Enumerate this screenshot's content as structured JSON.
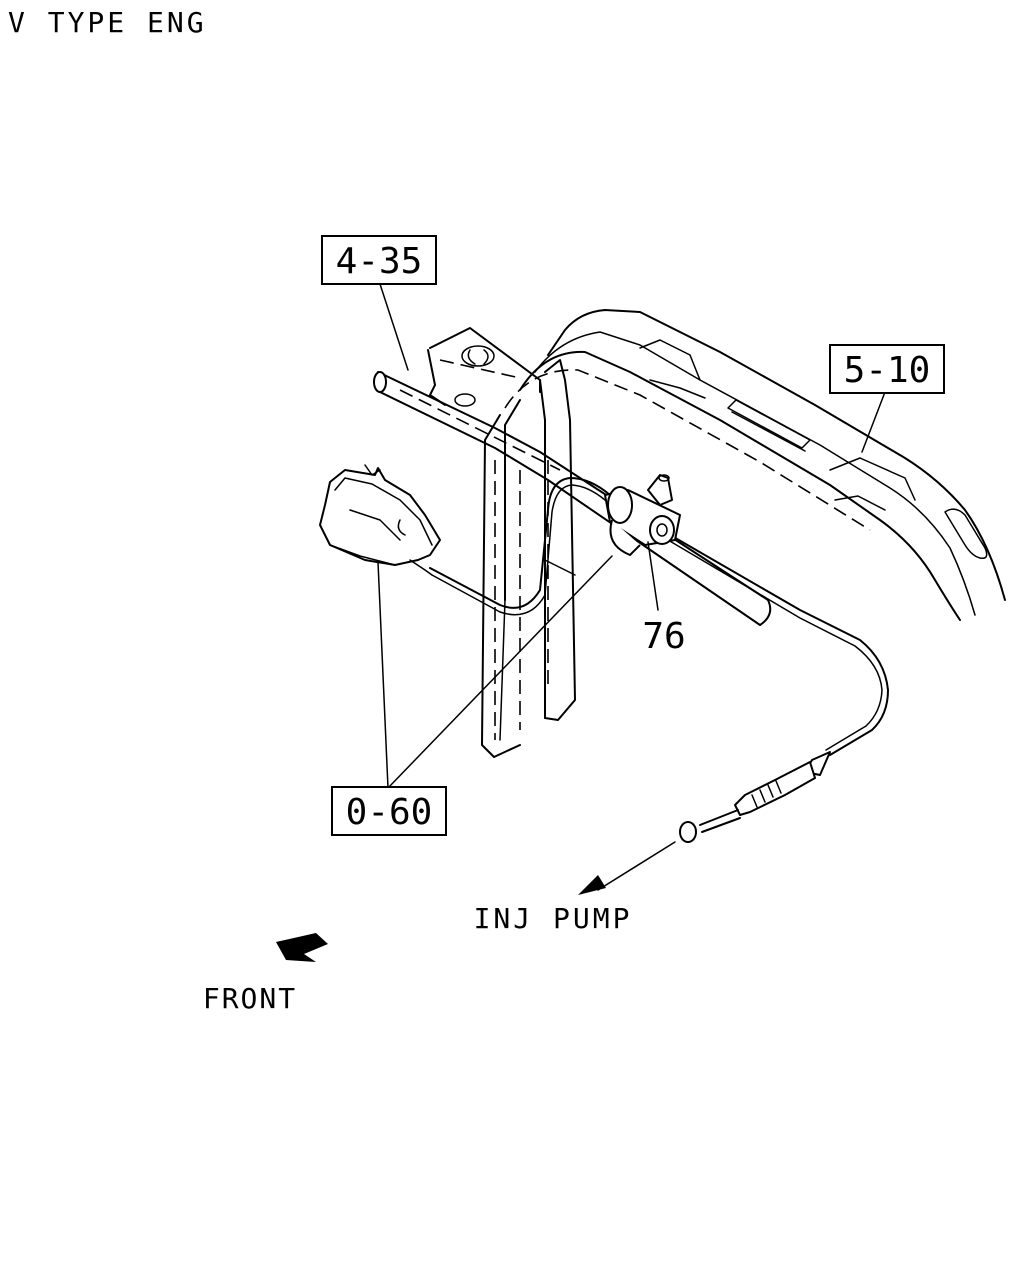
{
  "header": {
    "title": "V TYPE ENG"
  },
  "callouts": {
    "ref_4_35": "4-35",
    "ref_5_10": "5-10",
    "ref_0_60": "0-60",
    "part_76": "76"
  },
  "annotations": {
    "inj_pump": "INJ PUMP",
    "front": "FRONT"
  },
  "colors": {
    "ink": "#000000",
    "paper": "#ffffff"
  }
}
